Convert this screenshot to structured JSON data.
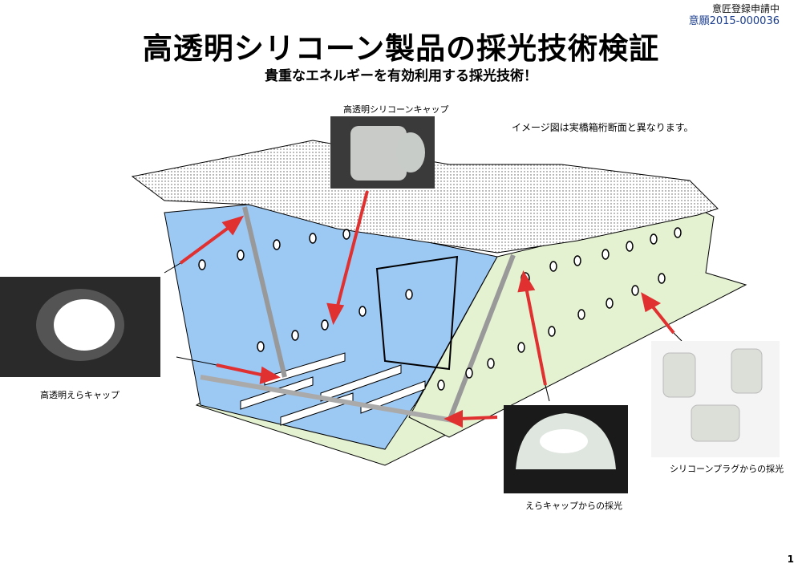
{
  "registration": {
    "status": "意匠登録申請中",
    "number": "意願2015-000036"
  },
  "title": "高透明シリコーン製品の採光技術検証",
  "subtitle": "貴重なエネルギーを有効利用する採光技術！",
  "note": "イメージ図は実橋箱桁断面と異なります。",
  "labels": {
    "cap": "高透明シリコーンキャップ",
    "era_cap": "高透明えらキャップ",
    "era_light": "えらキャップからの採光",
    "plug_light": "シリコーンプラグからの採光"
  },
  "page_number": "1",
  "colors": {
    "blue_web": "#9cc8f4",
    "green_web": "#e4f2d2",
    "arrow": "#e03030",
    "reg_number": "#1a3c8c"
  }
}
